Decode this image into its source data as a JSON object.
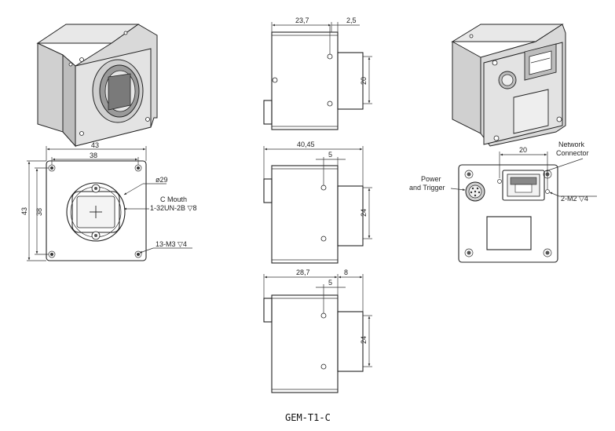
{
  "title": "GEM-T1-C",
  "front_view": {
    "width_outer": "43",
    "width_holes": "38",
    "height_outer": "43",
    "height_holes": "38",
    "mount_diameter": "ø29",
    "mount_name": "C Mouth",
    "mount_thread": "1-32UN-2B ▽8",
    "screw_holes": "13-M3 ▽4"
  },
  "side_top": {
    "body_length": "23,7",
    "flange": "2,5",
    "height": "20"
  },
  "side_mid": {
    "total_length": "40,45",
    "hole_offset": "5",
    "height": "24"
  },
  "side_bottom": {
    "body_length": "28,7",
    "flange": "8",
    "hole_offset": "5",
    "height": "24"
  },
  "back_view": {
    "network_label_1": "Network",
    "network_label_2": "Connector",
    "power_label_1": "Power",
    "power_label_2": "and Trigger",
    "connector_width": "20",
    "connector_screws": "2-M2 ▽4"
  }
}
